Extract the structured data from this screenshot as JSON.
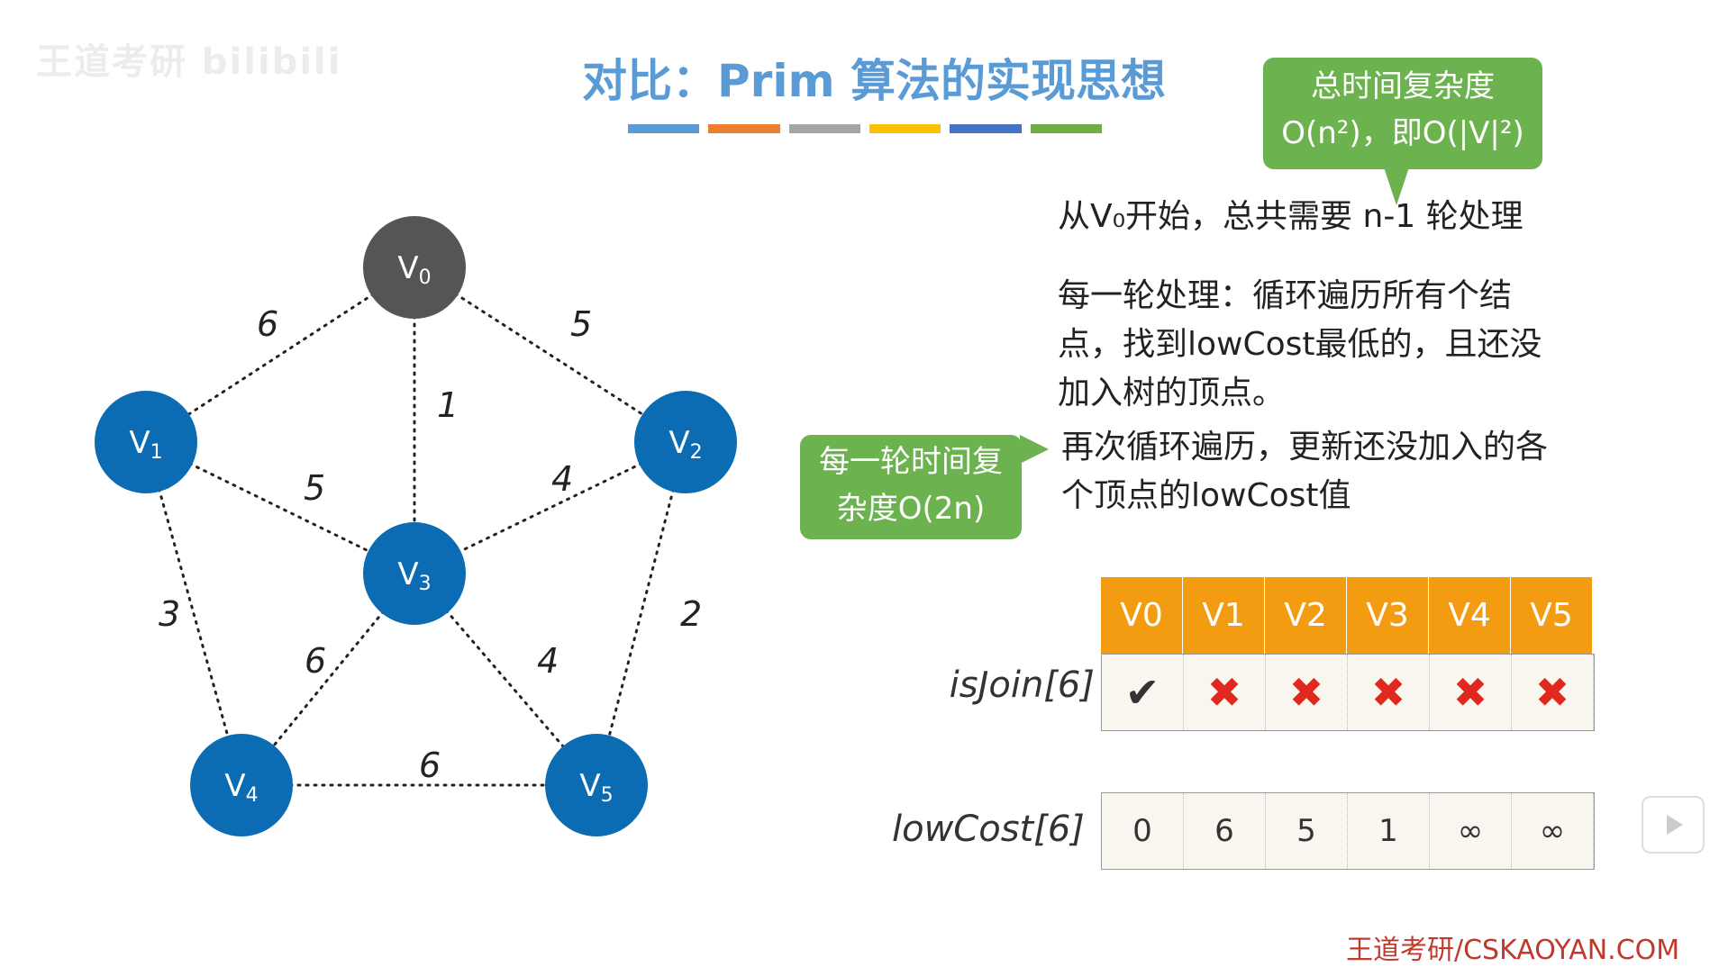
{
  "watermark": "王道考研 bilibili",
  "title": "对比：Prim 算法的实现思想",
  "title_bar_colors": [
    "#5b9bd5",
    "#ed7d31",
    "#a5a5a5",
    "#ffc000",
    "#4472c4",
    "#70ad47"
  ],
  "graph": {
    "nodes": [
      {
        "id": "V0",
        "label": "V",
        "sub": "0",
        "state": "joined"
      },
      {
        "id": "V1",
        "label": "V",
        "sub": "1",
        "state": "pending"
      },
      {
        "id": "V2",
        "label": "V",
        "sub": "2",
        "state": "pending"
      },
      {
        "id": "V3",
        "label": "V",
        "sub": "3",
        "state": "pending"
      },
      {
        "id": "V4",
        "label": "V",
        "sub": "4",
        "state": "pending"
      },
      {
        "id": "V5",
        "label": "V",
        "sub": "5",
        "state": "pending"
      }
    ],
    "edges": [
      {
        "from": "V0",
        "to": "V1",
        "weight": "6"
      },
      {
        "from": "V0",
        "to": "V2",
        "weight": "5"
      },
      {
        "from": "V0",
        "to": "V3",
        "weight": "1"
      },
      {
        "from": "V1",
        "to": "V3",
        "weight": "5"
      },
      {
        "from": "V2",
        "to": "V3",
        "weight": "4"
      },
      {
        "from": "V1",
        "to": "V4",
        "weight": "3"
      },
      {
        "from": "V2",
        "to": "V5",
        "weight": "2"
      },
      {
        "from": "V3",
        "to": "V4",
        "weight": "6"
      },
      {
        "from": "V3",
        "to": "V5",
        "weight": "4"
      },
      {
        "from": "V4",
        "to": "V5",
        "weight": "6"
      }
    ]
  },
  "callout_total": {
    "line1": "总时间复杂度",
    "line2": "O(n²)，即O(|V|²)"
  },
  "callout_round": {
    "line1": "每一轮时间复",
    "line2": "杂度O(2n)"
  },
  "desc_start": "从V₀开始，总共需要 n-1 轮处理",
  "desc_round": "每一轮处理：循环遍历所有个结点，找到lowCost最低的，且还没加入树的顶点。",
  "desc_update": "再次循环遍历，更新还没加入的各个顶点的lowCost值",
  "table": {
    "headers": [
      "V0",
      "V1",
      "V2",
      "V3",
      "V4",
      "V5"
    ],
    "isjoin_label": "isJoin[6]",
    "isjoin": [
      "✔",
      "✖",
      "✖",
      "✖",
      "✖",
      "✖"
    ],
    "lowcost_label": "lowCost[6]",
    "lowcost": [
      "0",
      "6",
      "5",
      "1",
      "∞",
      "∞"
    ]
  },
  "footer": "王道考研/CSKAOYAN.COM",
  "play_icon": "play-icon"
}
